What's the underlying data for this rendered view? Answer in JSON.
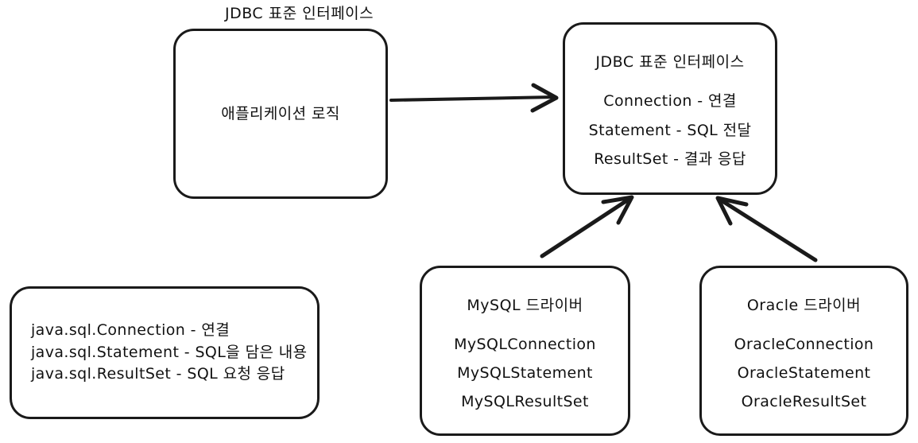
{
  "diagram": {
    "caption": "JDBC 표준 인터페이스",
    "boxes": {
      "app_logic": {
        "label": "애플리케이션 로직"
      },
      "jdbc_interface": {
        "title": "JDBC 표준 인터페이스",
        "lines": [
          "Connection - 연결",
          "Statement - SQL 전달",
          "ResultSet - 결과 응답"
        ]
      },
      "java_sql": {
        "lines": [
          "java.sql.Connection - 연결",
          "java.sql.Statement - SQL을 담은 내용",
          "java.sql.ResultSet - SQL 요청 응답"
        ]
      },
      "mysql_driver": {
        "title": "MySQL 드라이버",
        "lines": [
          "MySQLConnection",
          "MySQLStatement",
          "MySQLResultSet"
        ]
      },
      "oracle_driver": {
        "title": "Oracle 드라이버",
        "lines": [
          "OracleConnection",
          "OracleStatement",
          "OracleResultSet"
        ]
      }
    },
    "arrows": [
      {
        "name": "app-logic-to-jdbc-interface",
        "direction": "right"
      },
      {
        "name": "mysql-driver-to-jdbc-interface",
        "direction": "up-right"
      },
      {
        "name": "oracle-driver-to-jdbc-interface",
        "direction": "up-left"
      }
    ],
    "colors": {
      "stroke": "#1a1a1a",
      "text": "#111111",
      "background": "#ffffff"
    }
  }
}
